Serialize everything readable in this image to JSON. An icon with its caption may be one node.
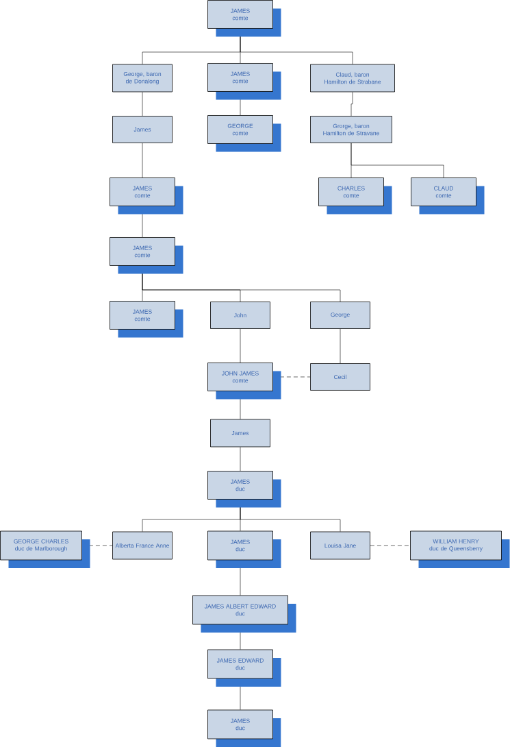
{
  "diagram": {
    "nodes": [
      {
        "text": [
          "JAMES",
          "comte"
        ]
      },
      {
        "text": [
          "George, baron de Donalong"
        ]
      },
      {
        "text": [
          "JAMES",
          "comte"
        ]
      },
      {
        "text": [
          "Claud, baron Hamilton de Strabane"
        ]
      },
      {
        "text": [
          "James"
        ]
      },
      {
        "text": [
          "GEORGE",
          "comte"
        ]
      },
      {
        "text": [
          "Grorge, baron Hamilton de Stravane"
        ]
      },
      {
        "text": [
          "JAMES",
          "comte"
        ]
      },
      {
        "text": [
          "CHARLES",
          "comte"
        ]
      },
      {
        "text": [
          "CLAUD",
          "comte"
        ]
      },
      {
        "text": [
          "JAMES",
          "comte"
        ]
      },
      {
        "text": [
          "JAMES",
          "comte"
        ]
      },
      {
        "text": [
          "John"
        ]
      },
      {
        "text": [
          "George"
        ]
      },
      {
        "text": [
          "JOHN JAMES",
          "comte"
        ]
      },
      {
        "text": [
          "Cecil"
        ]
      },
      {
        "text": [
          "James"
        ]
      },
      {
        "text": [
          "JAMES",
          "duc"
        ]
      },
      {
        "text": [
          "GEORGE CHARLES",
          "duc de Marlborough"
        ]
      },
      {
        "text": [
          "Alberta France Anne"
        ]
      },
      {
        "text": [
          "JAMES",
          "duc"
        ]
      },
      {
        "text": [
          "Louisa Jane"
        ]
      },
      {
        "text": [
          "WILLIAM HENRY",
          "duc de Queensberry"
        ]
      },
      {
        "text": [
          "JAMES ALBERT EDWARD",
          "duc"
        ]
      },
      {
        "text": [
          "JAMES EDWARD",
          "duc"
        ]
      },
      {
        "text": [
          "JAMES",
          "duc"
        ]
      }
    ],
    "edges": [
      {
        "from": 0,
        "to": 1,
        "arrow": "none"
      },
      {
        "from": 0,
        "to": 2,
        "arrow": "none"
      },
      {
        "from": 0,
        "to": 3,
        "arrow": "none"
      },
      {
        "from": 1,
        "to": 4,
        "arrow": "none"
      },
      {
        "from": 2,
        "to": 5,
        "arrow": "none"
      },
      {
        "from": 3,
        "to": 6,
        "arrow": "none"
      },
      {
        "from": 4,
        "to": 7,
        "arrow": "none"
      },
      {
        "from": 6,
        "to": 8,
        "arrow": "none"
      },
      {
        "from": 6,
        "to": 9,
        "arrow": "none"
      },
      {
        "from": 7,
        "to": 10,
        "arrow": "none"
      },
      {
        "from": 10,
        "to": 11,
        "arrow": "none"
      },
      {
        "from": 10,
        "to": 12,
        "arrow": "none"
      },
      {
        "from": 10,
        "to": 13,
        "arrow": "none"
      },
      {
        "from": 12,
        "to": 14,
        "arrow": "none"
      },
      {
        "from": 13,
        "to": 15,
        "arrow": "none"
      },
      {
        "from": 14,
        "to": 15,
        "arrow": "none",
        "style": "dashed"
      },
      {
        "from": 14,
        "to": 16,
        "arrow": "none"
      },
      {
        "from": 16,
        "to": 17,
        "arrow": "none"
      },
      {
        "from": 17,
        "to": 19,
        "arrow": "none"
      },
      {
        "from": 17,
        "to": 20,
        "arrow": "none"
      },
      {
        "from": 17,
        "to": 21,
        "arrow": "none"
      },
      {
        "from": 18,
        "to": 19,
        "arrow": "none",
        "style": "dashed"
      },
      {
        "from": 21,
        "to": 22,
        "arrow": "none",
        "style": "dashed"
      },
      {
        "from": 20,
        "to": 23,
        "arrow": "none"
      },
      {
        "from": 23,
        "to": 24,
        "arrow": "none"
      },
      {
        "from": 24,
        "to": 25,
        "arrow": "none"
      }
    ]
  }
}
